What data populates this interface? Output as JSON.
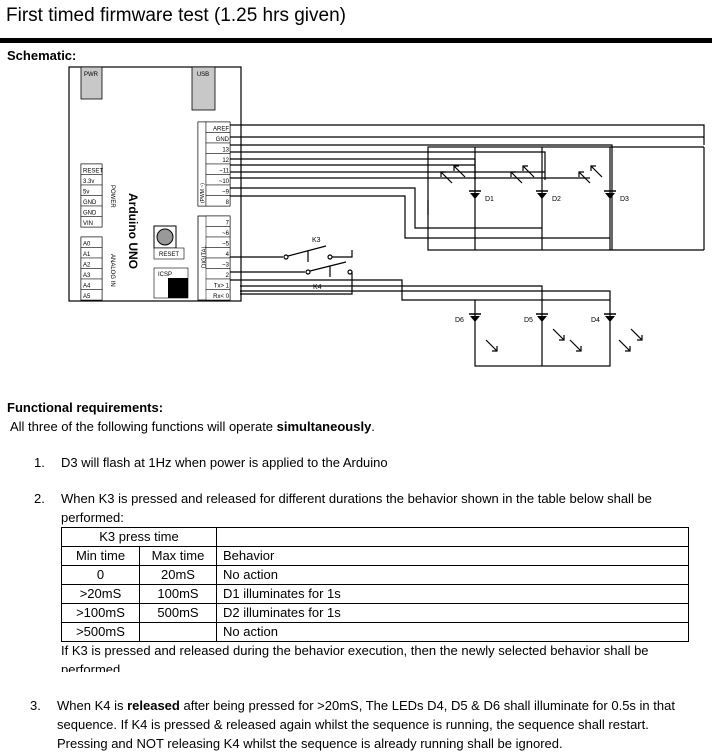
{
  "header": {
    "title": "First timed firmware test (1.25 hrs given)"
  },
  "schematic": {
    "label": "Schematic:",
    "board": {
      "name": "Arduino UNO",
      "pwr": "PWR",
      "usb": "USB",
      "reset_btn": "RESET",
      "icsp": "ICSP",
      "power_group": "POWER",
      "analog_group": "ANALOG IN",
      "digital_group": "DIGITAL",
      "pwm_note": "(PWM ~)",
      "power_pins": [
        "RESET",
        "3.3v",
        "5v",
        "GND",
        "GND",
        "VIN"
      ],
      "analog_pins": [
        "A0",
        "A1",
        "A2",
        "A3",
        "A4",
        "A5"
      ],
      "top_pins": [
        "AREF",
        "GND",
        "13",
        "12",
        "~11",
        "~10",
        "~9",
        "8"
      ],
      "bottom_pins": [
        "7",
        "~6",
        "~5",
        "4",
        "~3",
        "2",
        "Tx> 1",
        "Rx< 0"
      ]
    },
    "switches": [
      "K3",
      "K4"
    ],
    "leds_top": [
      "D1",
      "D2",
      "D3"
    ],
    "leds_bottom": [
      "D6",
      "D5",
      "D4"
    ]
  },
  "requirements": {
    "heading": "Functional requirements:",
    "intro_pre": "All three of the following functions will operate ",
    "intro_bold": "simultaneously",
    "intro_post": ".",
    "item1_num": "1.",
    "item1_text": "D3 will flash at 1Hz when power is applied to the Arduino",
    "item2_num": "2.",
    "item2_line1": "When K3 is pressed and released for different durations the behavior shown in the table below shall be",
    "item2_line2": "performed:",
    "table": {
      "group_header": "K3 press time",
      "col_min": "Min time",
      "col_max": "Max time",
      "col_behavior": "Behavior",
      "rows": [
        {
          "min": "0",
          "max": "20mS",
          "behavior": "No action"
        },
        {
          "min": ">20mS",
          "max": "100mS",
          "behavior": "D1 illuminates for 1s"
        },
        {
          "min": ">100mS",
          "max": "500mS",
          "behavior": "D2 illuminates for 1s"
        },
        {
          "min": ">500mS",
          "max": "",
          "behavior": "No action"
        }
      ]
    },
    "item2_after_line1": "If K3 is pressed and released during the behavior execution, then the newly selected behavior shall be",
    "item2_after_line2": "performed.",
    "item3_num": "3.",
    "item3_line1_pre": "When K4 is ",
    "item3_line1_bold": "released",
    "item3_line1_post": " after being pressed for >20mS, The LEDs D4, D5 & D6 shall illuminate for 0.5s in that",
    "item3_line2": "sequence. If K4 is pressed & released again whilst the sequence is running, the sequence shall restart.",
    "item3_line3": "Pressing and NOT releasing K4 whilst the sequence is already running shall be ignored."
  }
}
